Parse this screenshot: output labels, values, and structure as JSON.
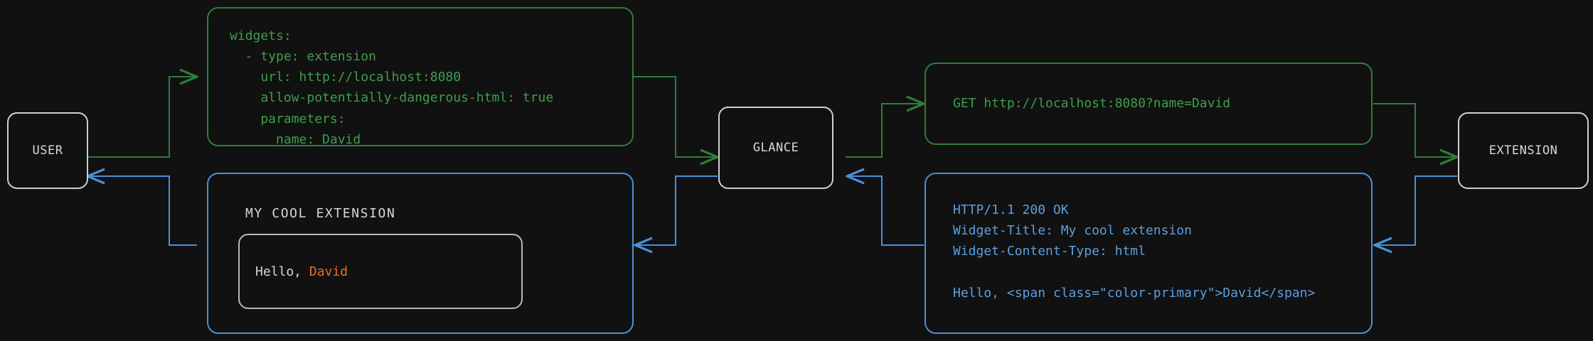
{
  "theme": {
    "background": "#111111",
    "node_border": "#d0d0d0",
    "node_text": "#d8d8d8",
    "request_green": "#3d9e4d",
    "request_green_border": "#2f7d3a",
    "response_blue": "#5b9fe0",
    "response_blue_border": "#4a90d9",
    "accent_orange": "#e8702a"
  },
  "nodes": {
    "user": "USER",
    "glance": "GLANCE",
    "extension": "EXTENSION"
  },
  "panels": {
    "config": {
      "name": "yaml-config",
      "code": "widgets:\n  - type: extension\n    url: http://localhost:8080\n    allow-potentially-dangerous-html: true\n    parameters:\n      name: David"
    },
    "request": {
      "name": "http-request",
      "code": "GET http://localhost:8080?name=David"
    },
    "response": {
      "name": "http-response",
      "code": "HTTP/1.1 200 OK\nWidget-Title: My cool extension\nWidget-Content-Type: html\n\nHello, <span class=\"color-primary\">David</span>"
    },
    "rendered": {
      "name": "rendered-widget",
      "title": "MY COOL EXTENSION",
      "body_prefix": "Hello, ",
      "body_accent": "David"
    }
  },
  "edges": [
    {
      "name": "user-to-config",
      "kind": "request",
      "from": "USER",
      "to": "yaml-config"
    },
    {
      "name": "config-to-glance",
      "kind": "request",
      "from": "yaml-config",
      "to": "GLANCE"
    },
    {
      "name": "glance-to-request",
      "kind": "request",
      "from": "GLANCE",
      "to": "http-request"
    },
    {
      "name": "request-to-extension",
      "kind": "request",
      "from": "http-request",
      "to": "EXTENSION"
    },
    {
      "name": "extension-to-response",
      "kind": "response",
      "from": "EXTENSION",
      "to": "http-response"
    },
    {
      "name": "response-to-glance",
      "kind": "response",
      "from": "http-response",
      "to": "GLANCE"
    },
    {
      "name": "glance-to-rendered",
      "kind": "response",
      "from": "GLANCE",
      "to": "rendered-widget"
    },
    {
      "name": "rendered-to-user",
      "kind": "response",
      "from": "rendered-widget",
      "to": "USER"
    }
  ]
}
